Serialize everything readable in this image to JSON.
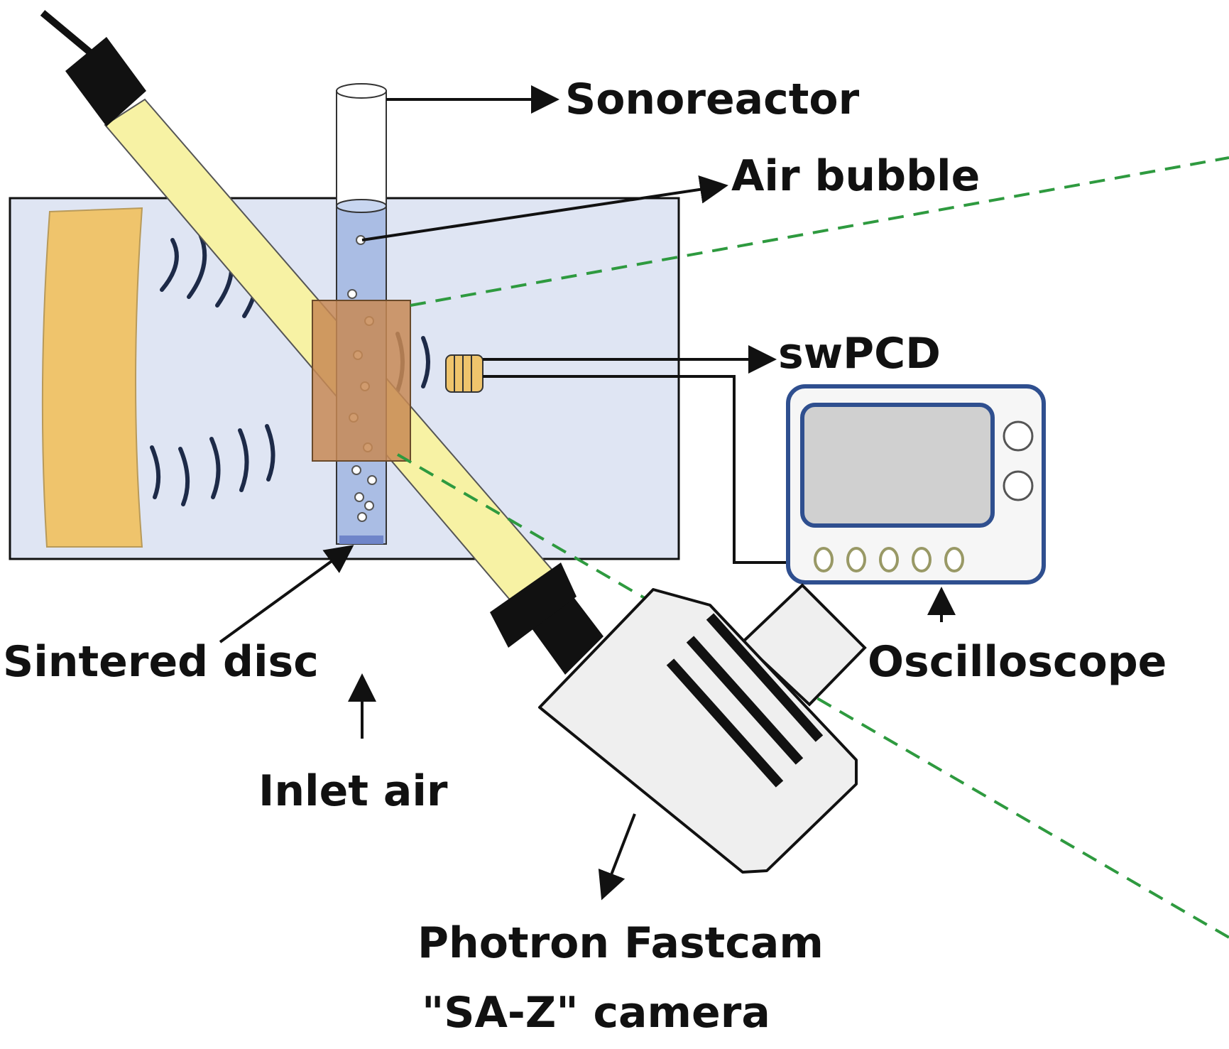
{
  "labels": {
    "sonoreactor": "Sonoreactor",
    "air_bubble": "Air bubble",
    "swpcd": "swPCD",
    "sintered_disc": "Sintered disc",
    "inlet_air": "Inlet air",
    "oscilloscope": "Oscilloscope",
    "camera_line1": "Photron Fastcam",
    "camera_line2": "\"SA-Z\" camera"
  },
  "colors": {
    "tank_fill": "#dfe5f3",
    "transducer": "#efc46c",
    "light_guide": "#f7f2a4",
    "tube_water": "#aabde4",
    "focus_region": "#c88a55",
    "wave": "#1d2a48",
    "laser_dash": "#2e9a3f",
    "screen": "#d0d0d0",
    "scope_border": "#2f4f8f",
    "camera_body": "#efefef"
  }
}
